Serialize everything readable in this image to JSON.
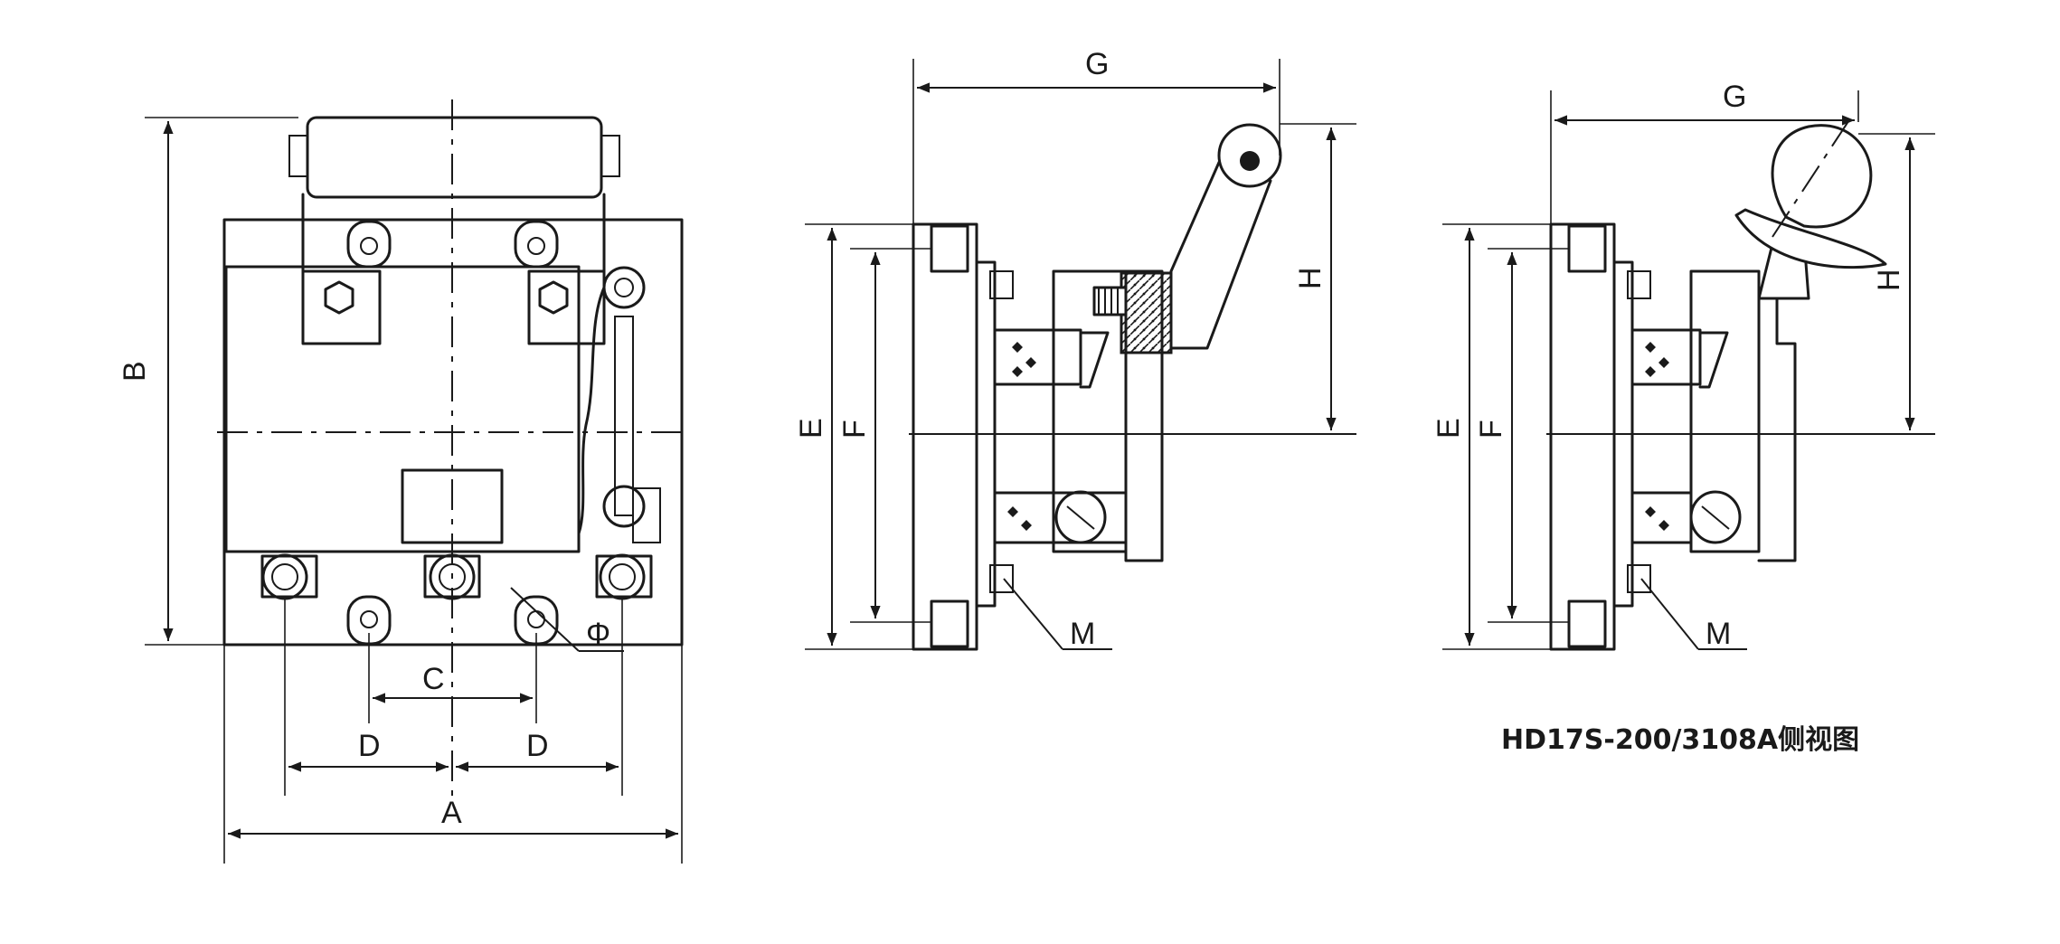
{
  "front_view": {
    "labels": {
      "A": "A",
      "B": "B",
      "C": "C",
      "D_left": "D",
      "D_right": "D",
      "phi": "Φ"
    }
  },
  "side_view_1": {
    "labels": {
      "E": "E",
      "F": "F",
      "G": "G",
      "H": "H",
      "M": "M"
    }
  },
  "side_view_2": {
    "labels": {
      "E": "E",
      "F": "F",
      "G": "G",
      "H": "H",
      "M": "M"
    },
    "caption": "HD17S-200/3108A侧视图"
  },
  "colors": {
    "line": "#1a1a1a",
    "background": "#ffffff"
  }
}
